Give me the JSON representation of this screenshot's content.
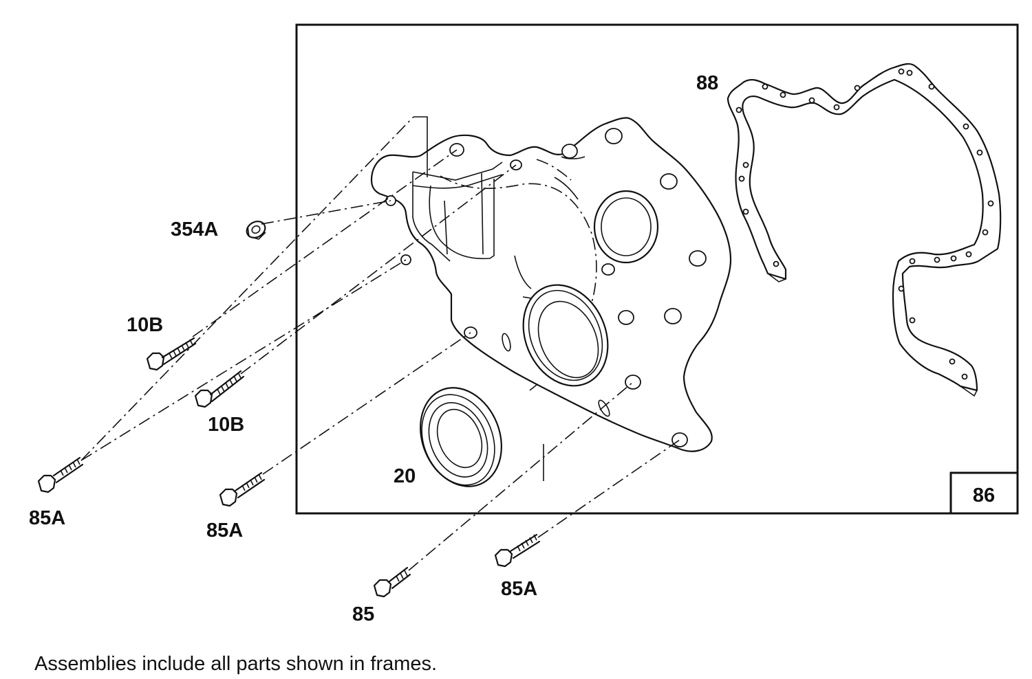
{
  "callouts": {
    "assembly_frame": "86",
    "gasket": "88",
    "nut": "354A",
    "bolt_10b_upper": "10B",
    "bolt_10b_lower": "10B",
    "bolt_85a_far_left": "85A",
    "bolt_85a_mid_left": "85A",
    "bolt_85a_bottom": "85A",
    "bolt_85": "85",
    "seal": "20"
  },
  "footnote": "Assemblies include all parts shown in frames."
}
